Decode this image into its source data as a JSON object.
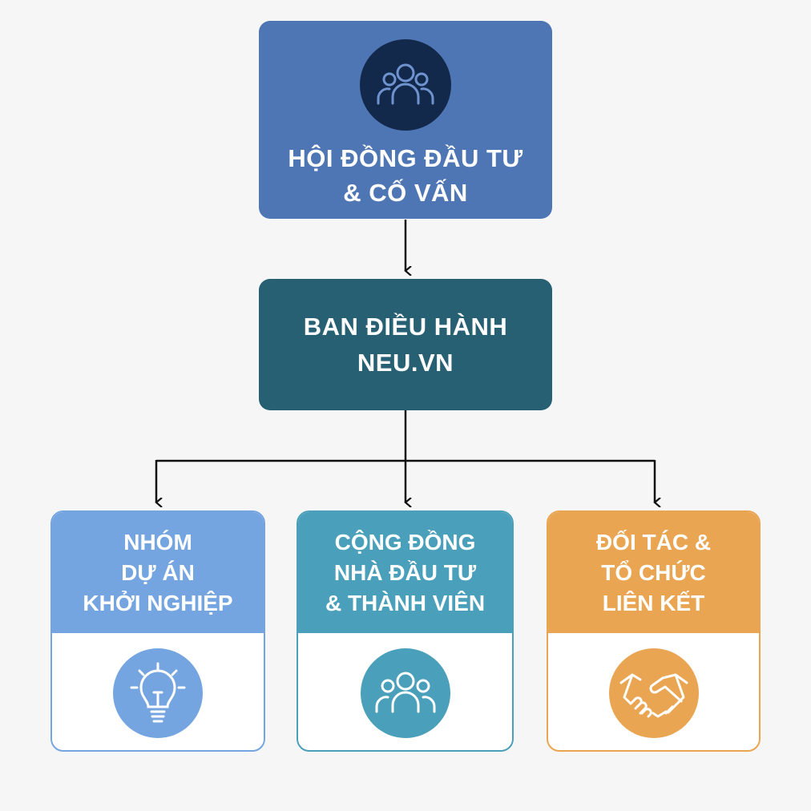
{
  "top_node": {
    "icon": "people-icon",
    "lines": [
      "HỘI ĐỒNG ĐẦU TƯ",
      "& CỐ VẤN"
    ],
    "color": "#4f76b4"
  },
  "middle_node": {
    "lines": [
      "BAN ĐIỀU HÀNH",
      "NEU.VN"
    ],
    "color": "#275f73"
  },
  "bottom_nodes": [
    {
      "lines": [
        "NHÓM",
        "DỰ ÁN",
        "KHỞI NGHIỆP"
      ],
      "icon": "lightbulb-icon",
      "color": "#74a5e0"
    },
    {
      "lines": [
        "CỘNG ĐỒNG",
        "NHÀ ĐẦU TƯ",
        "& THÀNH VIÊN"
      ],
      "icon": "people-icon",
      "color": "#4a9fba"
    },
    {
      "lines": [
        "ĐỐI TÁC &",
        "TỔ CHỨC",
        "LIÊN KẾT"
      ],
      "icon": "handshake-icon",
      "color": "#e9a551"
    }
  ]
}
